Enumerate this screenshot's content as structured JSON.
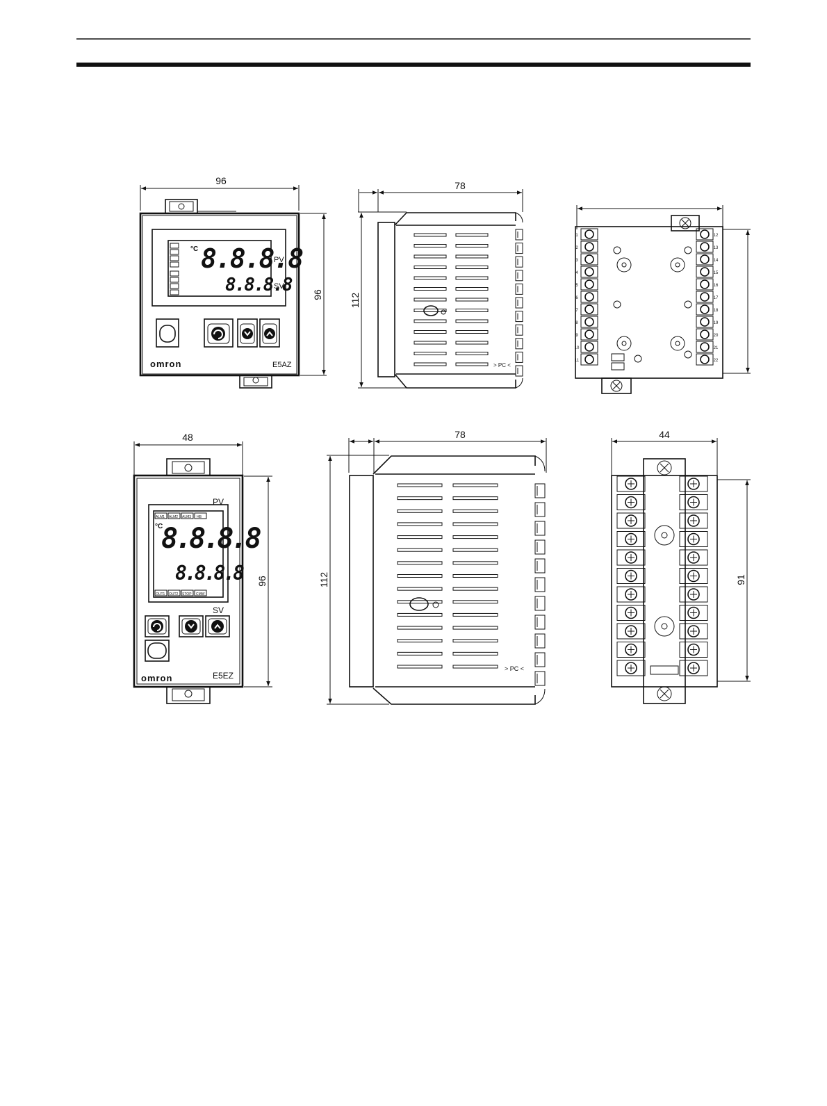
{
  "panel_a": {
    "width": "96",
    "height": "96",
    "brand": "omron",
    "model": "E5AZ",
    "pv_label": "PV",
    "sv_label": "SV",
    "pv_digits": "8.8.8.8",
    "sv_digits": "8.8.8.8",
    "unit": "°C",
    "side_depth": "78",
    "side_height": "112",
    "side_marking": "> PC <",
    "terminals_left": [
      "1",
      "2",
      "3",
      "4",
      "5",
      "6",
      "7",
      "8",
      "9",
      "10",
      "11"
    ],
    "terminals_right": [
      "12",
      "13",
      "14",
      "15",
      "16",
      "17",
      "18",
      "19",
      "20",
      "21",
      "22"
    ]
  },
  "panel_b": {
    "width": "48",
    "height": "96",
    "brand": "omron",
    "model": "E5EZ",
    "pv_label": "PV",
    "sv_label": "SV",
    "pv_digits": "8.8.8.8",
    "sv_digits": "8.8.8.8",
    "unit": "°C",
    "indicators_top": [
      "ALM1",
      "ALM2",
      "ALM3",
      "HB"
    ],
    "indicators_bottom": [
      "OUT1",
      "OUT2",
      "STOP",
      "CMW"
    ],
    "side_depth": "78",
    "side_height": "112",
    "side_marking": "> PC <",
    "rear_width": "44",
    "rear_height": "91"
  }
}
